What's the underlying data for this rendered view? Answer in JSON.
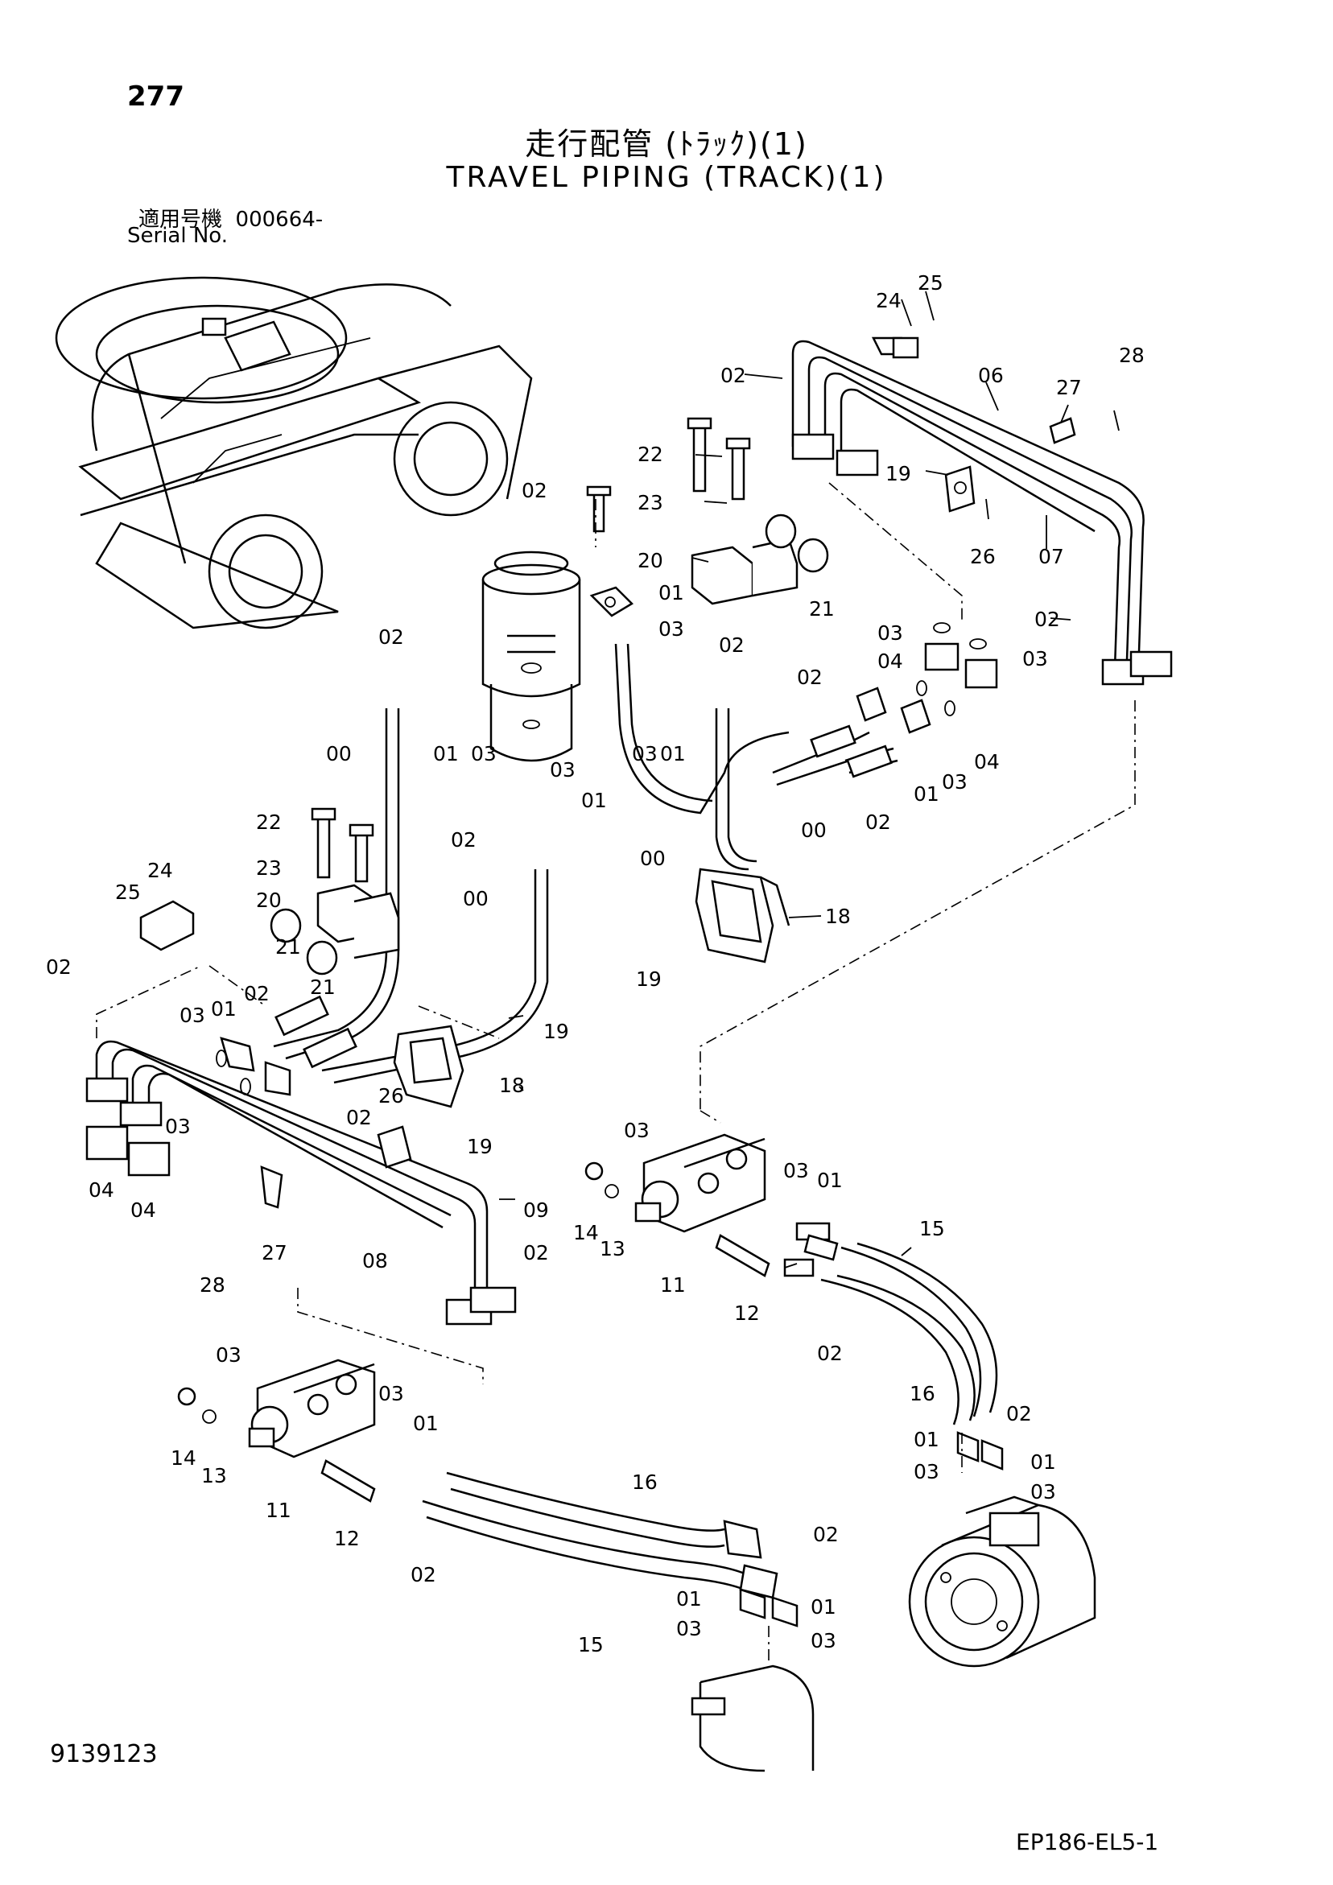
{
  "header": {
    "page_number": "277",
    "title_jp": "走行配管 (ﾄﾗｯｸ)(1)",
    "title_en": "TRAVEL PIPING (TRACK)(1)",
    "serial_label_jp": "適用号機",
    "serial_value": "000664-",
    "serial_label_en": "Serial No."
  },
  "footer": {
    "document_number": "9139123",
    "figure_code": "EP186-EL5-1"
  },
  "callouts": {
    "p00": "00",
    "p01": "01",
    "p02": "02",
    "p03": "03",
    "p04": "04",
    "p06": "06",
    "p07": "07",
    "p08": "08",
    "p09": "09",
    "p11": "11",
    "p12": "12",
    "p13": "13",
    "p14": "14",
    "p15": "15",
    "p16": "16",
    "p18": "18",
    "p19": "19",
    "p20": "20",
    "p21": "21",
    "p22": "22",
    "p23": "23",
    "p24": "24",
    "p25": "25",
    "p26": "26",
    "p27": "27",
    "p28": "28"
  }
}
